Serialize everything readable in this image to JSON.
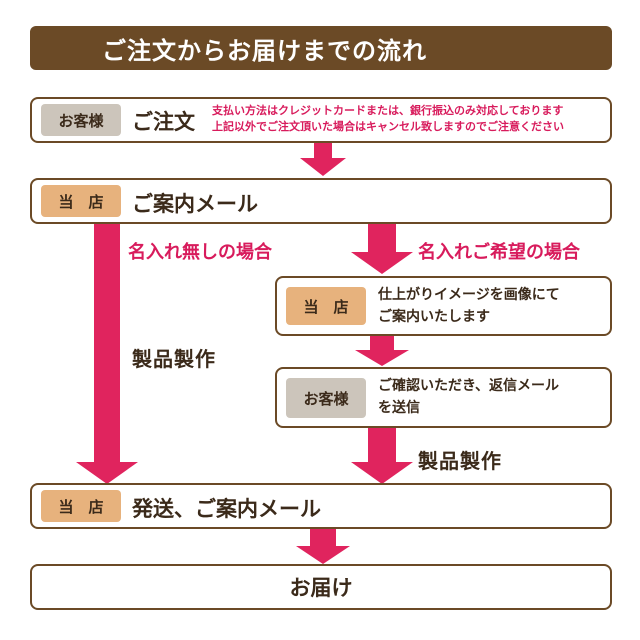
{
  "title": "ご注文からお届けまでの流れ",
  "tags": {
    "customer": "お客様",
    "shop": "当　店"
  },
  "steps": {
    "order": {
      "main": "ご注文",
      "note_line1": "支払い方法はクレジットカードまたは、銀行振込のみ対応しております",
      "note_line2": "上記以外でご注文頂いた場合はキャンセル致しますのでご注意ください"
    },
    "info_mail": "ご案内メール",
    "no_name_label": "名入れ無しの場合",
    "name_label": "名入れご希望の場合",
    "image_mail_line1": "仕上がりイメージを画像にて",
    "image_mail_line2": "ご案内いたします",
    "confirm_line1": "ご確認いただき、返信メール",
    "confirm_line2": "を送信",
    "production_left": "製品製作",
    "production_right": "製品製作",
    "ship": "発送、ご案内メール",
    "delivery": "お届け"
  },
  "colors": {
    "brown": "#6b4a26",
    "pink": "#e0245e",
    "tag_customer": "#ccc5bb",
    "tag_shop": "#e7b27d"
  }
}
